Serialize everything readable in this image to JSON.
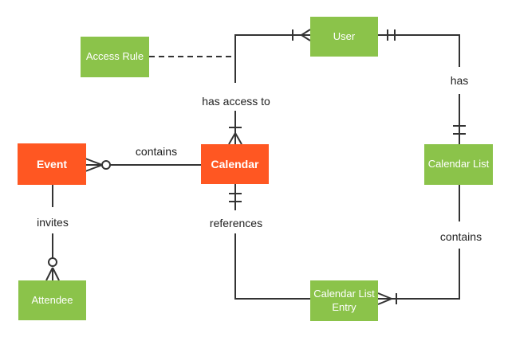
{
  "diagram": {
    "type": "entity-relationship",
    "entities": [
      {
        "id": "access-rule",
        "label": "Access Rule",
        "color": "green"
      },
      {
        "id": "user",
        "label": "User",
        "color": "green"
      },
      {
        "id": "event",
        "label": "Event",
        "color": "orange"
      },
      {
        "id": "calendar",
        "label": "Calendar",
        "color": "orange"
      },
      {
        "id": "calendar-list",
        "label": "Calendar List",
        "color": "green"
      },
      {
        "id": "attendee",
        "label": "Attendee",
        "color": "green"
      },
      {
        "id": "calendar-list-entry",
        "label": "Calendar List Entry",
        "color": "green"
      }
    ],
    "relationships": [
      {
        "label": "contains",
        "from": "Calendar",
        "to": "Event",
        "from_notation": "none",
        "to_notation": "zero-or-many"
      },
      {
        "label": "has access to",
        "from": "User",
        "to": "Calendar",
        "from_notation": "one-or-many",
        "to_notation": "one-or-many"
      },
      {
        "label": "",
        "from": "Access Rule",
        "to": "has access to connector",
        "style": "dashed",
        "from_notation": "none",
        "to_notation": "none"
      },
      {
        "label": "has",
        "from": "User",
        "to": "Calendar List",
        "from_notation": "exactly-one",
        "to_notation": "exactly-one"
      },
      {
        "label": "contains",
        "from": "Calendar List",
        "to": "Calendar List Entry",
        "from_notation": "none",
        "to_notation": "one-or-many"
      },
      {
        "label": "references",
        "from": "Calendar",
        "to": "Calendar List Entry",
        "from_notation": "exactly-one",
        "to_notation": "none"
      },
      {
        "label": "invites",
        "from": "Event",
        "to": "Attendee",
        "from_notation": "none",
        "to_notation": "zero-or-many"
      }
    ],
    "colors": {
      "green": "#8BC34A",
      "orange": "#FF5722",
      "line": "#333333",
      "text": "#212121",
      "bg": "#ffffff"
    }
  }
}
